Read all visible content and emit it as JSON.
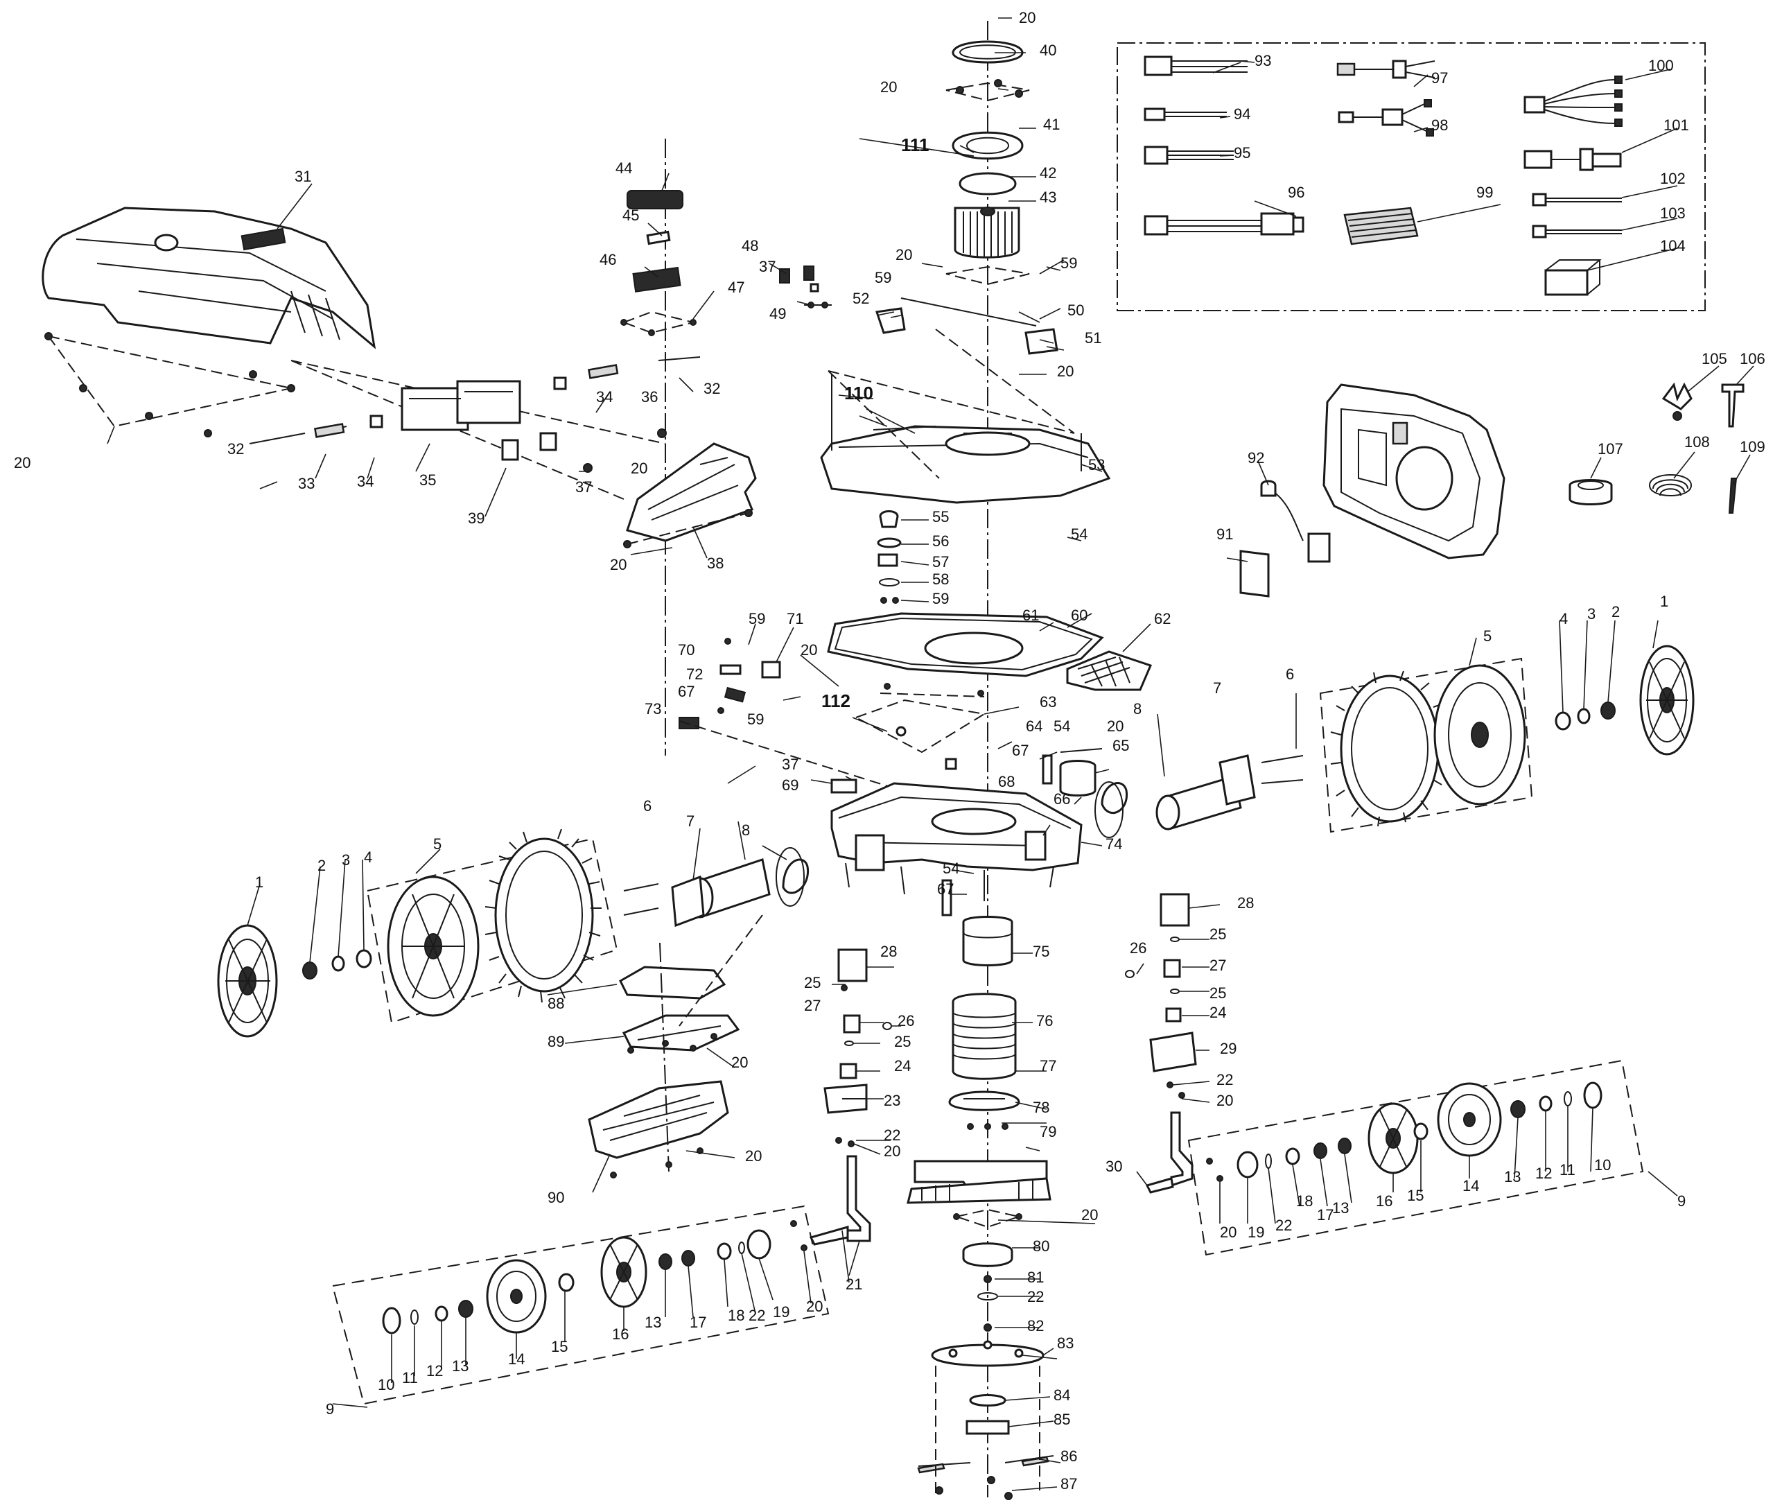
{
  "colors": {
    "line": "#1a1a1a",
    "background": "#ffffff",
    "shade": "#d8d8d8"
  },
  "callouts": {
    "c1": "1",
    "c2": "2",
    "c3": "3",
    "c4": "4",
    "c5": "5",
    "c6": "6",
    "c7": "7",
    "c8": "8",
    "c9": "9",
    "c10": "10",
    "c11": "11",
    "c12": "12",
    "c13": "13",
    "c14": "14",
    "c15": "15",
    "c16": "16",
    "c17": "17",
    "c18": "18",
    "c19": "19",
    "c20": "20",
    "c21": "21",
    "c22": "22",
    "c23": "23",
    "c24": "24",
    "c25": "25",
    "c26": "26",
    "c27": "27",
    "c28": "28",
    "c29": "29",
    "c30": "30",
    "c31": "31",
    "c32": "32",
    "c33": "33",
    "c34": "34",
    "c35": "35",
    "c36": "36",
    "c37": "37",
    "c38": "38",
    "c39": "39",
    "c40": "40",
    "c41": "41",
    "c42": "42",
    "c43": "43",
    "c44": "44",
    "c45": "45",
    "c46": "46",
    "c47": "47",
    "c48": "48",
    "c49": "49",
    "c50": "50",
    "c51": "51",
    "c52": "52",
    "c53": "53",
    "c54": "54",
    "c55": "55",
    "c56": "56",
    "c57": "57",
    "c58": "58",
    "c59": "59",
    "c60": "60",
    "c61": "61",
    "c62": "62",
    "c63": "63",
    "c64": "64",
    "c65": "65",
    "c66": "66",
    "c67": "67",
    "c68": "68",
    "c69": "69",
    "c70": "70",
    "c71": "71",
    "c72": "72",
    "c73": "73",
    "c74": "74",
    "c75": "75",
    "c76": "76",
    "c77": "77",
    "c78": "78",
    "c79": "79",
    "c80": "80",
    "c81": "81",
    "c82": "82",
    "c83": "83",
    "c84": "84",
    "c85": "85",
    "c86": "86",
    "c87": "87",
    "c88": "88",
    "c89": "89",
    "c90": "90",
    "c91": "91",
    "c92": "92",
    "c93": "93",
    "c94": "94",
    "c95": "95",
    "c96": "96",
    "c97": "97",
    "c98": "98",
    "c99": "99",
    "c100": "100",
    "c101": "101",
    "c102": "102",
    "c103": "103",
    "c104": "104",
    "c105": "105",
    "c106": "106",
    "c107": "107",
    "c108": "108",
    "c109": "109",
    "c110": "110",
    "c111": "111",
    "c112": "112"
  }
}
